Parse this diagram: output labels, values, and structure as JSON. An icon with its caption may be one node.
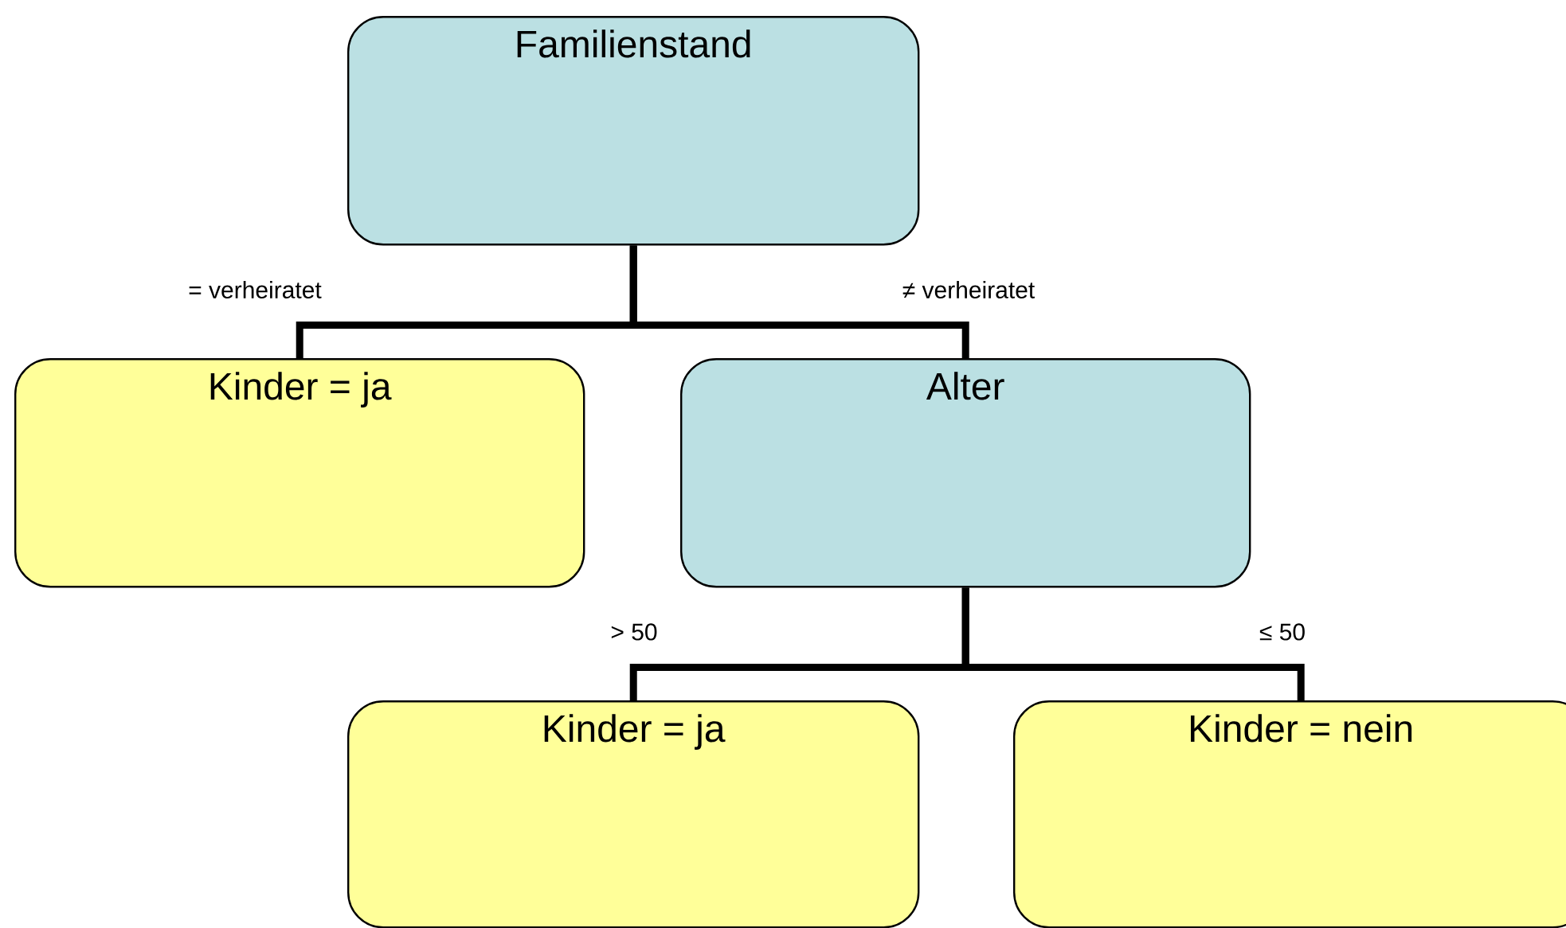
{
  "diagram": {
    "nodes": [
      {
        "text": [
          "Familienstand"
        ]
      },
      {
        "text": [
          "Kinder = ja"
        ]
      },
      {
        "text": [
          "Alter"
        ]
      },
      {
        "text": [
          "Kinder = ja"
        ]
      },
      {
        "text": [
          "Kinder = nein"
        ]
      }
    ],
    "edges": [
      {
        "from": 0,
        "to": 1,
        "arrow": "none",
        "label": "= verheiratet"
      },
      {
        "from": 0,
        "to": 2,
        "arrow": "none",
        "label": "≠ verheiratet"
      },
      {
        "from": 2,
        "to": 3,
        "arrow": "none",
        "label": "> 50"
      },
      {
        "from": 2,
        "to": 4,
        "arrow": "none",
        "label": "≤ 50"
      }
    ]
  }
}
